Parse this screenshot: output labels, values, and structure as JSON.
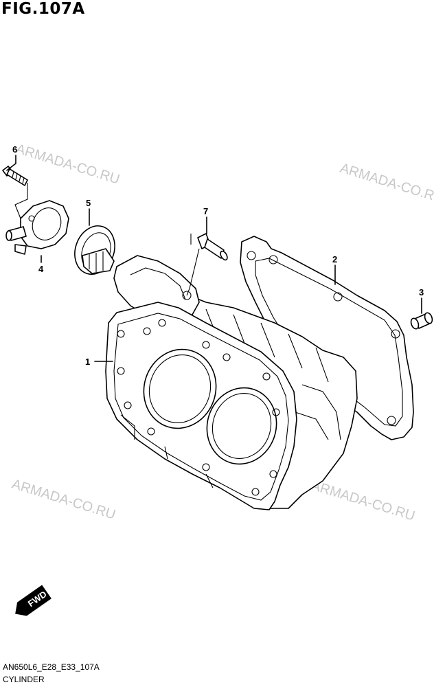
{
  "figure": {
    "title": "FIG.107A"
  },
  "footer": {
    "code": "AN650L6_E28_E33_107A",
    "name": "CYLINDER"
  },
  "watermark": "ARMADA-CO.RU",
  "callouts": {
    "c1": "1",
    "c2": "2",
    "c3": "3",
    "c4": "4",
    "c5": "5",
    "c6": "6",
    "c7": "7"
  },
  "direction_badge": {
    "label": "FWD"
  },
  "colors": {
    "line": "#000000",
    "watermark": "#c8c8c8",
    "background": "#ffffff"
  }
}
